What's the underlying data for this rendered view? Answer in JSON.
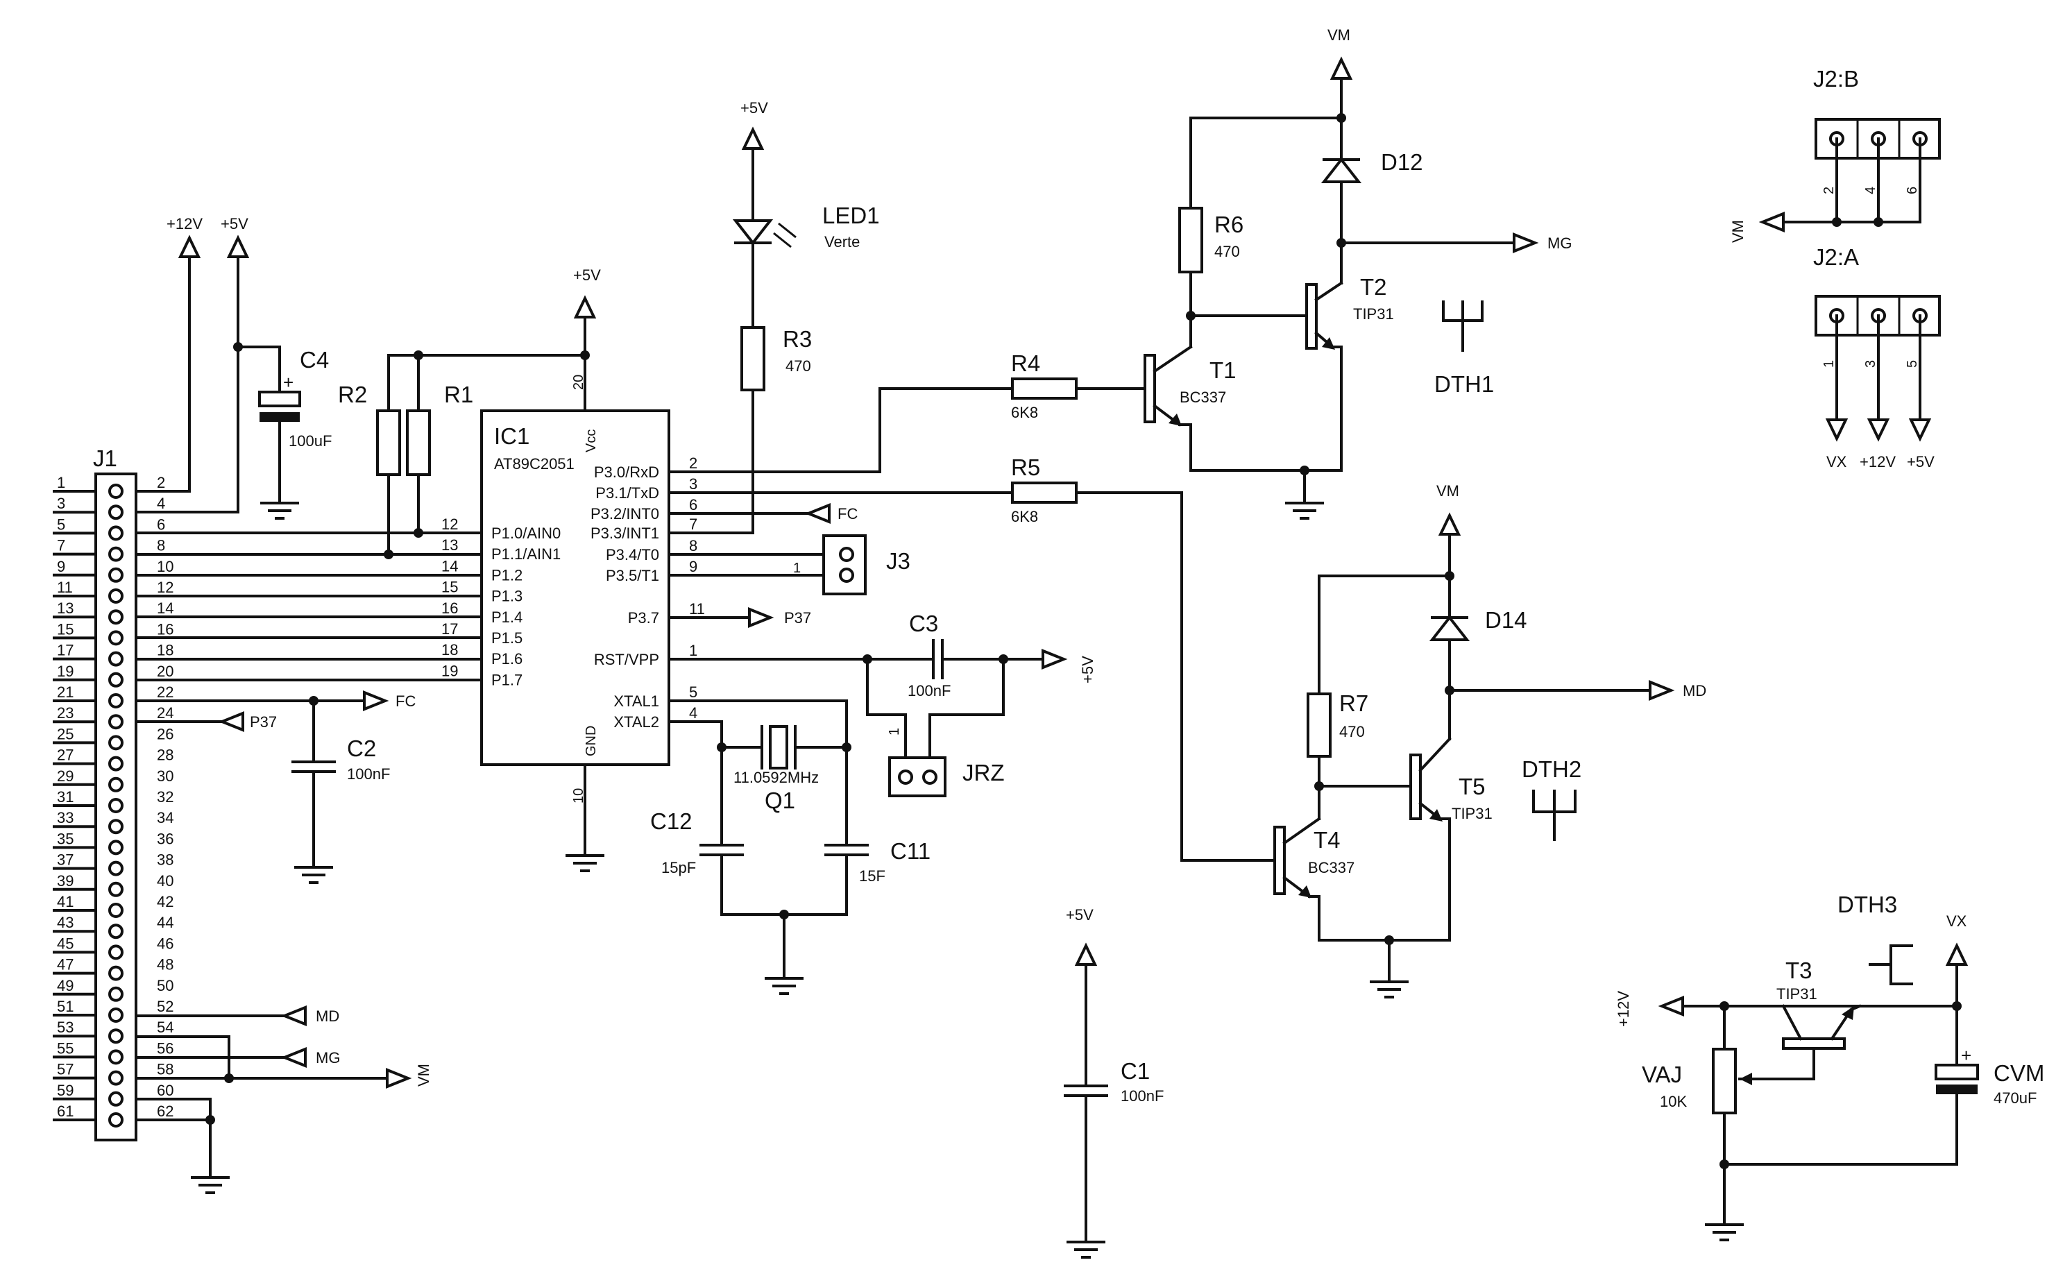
{
  "connector_j1": {
    "ref": "J1",
    "left_pins": [
      "1",
      "3",
      "5",
      "7",
      "9",
      "11",
      "13",
      "15",
      "17",
      "19",
      "21",
      "23",
      "25",
      "27",
      "29",
      "31",
      "33",
      "35",
      "37",
      "39",
      "41",
      "43",
      "45",
      "47",
      "49",
      "51",
      "53",
      "55",
      "57",
      "59",
      "61"
    ],
    "right_pins": [
      "2",
      "4",
      "6",
      "8",
      "10",
      "12",
      "14",
      "16",
      "18",
      "20",
      "22",
      "24",
      "26",
      "28",
      "30",
      "32",
      "34",
      "36",
      "38",
      "40",
      "42",
      "44",
      "46",
      "48",
      "50",
      "52",
      "54",
      "56",
      "58",
      "60",
      "62"
    ]
  },
  "mcu": {
    "ref": "IC1",
    "part": "AT89C2051",
    "vcc_label": "Vcc",
    "gnd_label": "GND",
    "vcc_pin": "20",
    "gnd_pin": "10",
    "left_pins": [
      {
        "num": "12",
        "name": "P1.0/AIN0"
      },
      {
        "num": "13",
        "name": "P1.1/AIN1"
      },
      {
        "num": "14",
        "name": "P1.2"
      },
      {
        "num": "15",
        "name": "P1.3"
      },
      {
        "num": "16",
        "name": "P1.4"
      },
      {
        "num": "17",
        "name": "P1.5"
      },
      {
        "num": "18",
        "name": "P1.6"
      },
      {
        "num": "19",
        "name": "P1.7"
      }
    ],
    "right_pins": [
      {
        "num": "2",
        "name": "P3.0/RxD"
      },
      {
        "num": "3",
        "name": "P3.1/TxD"
      },
      {
        "num": "6",
        "name": "P3.2/INT0"
      },
      {
        "num": "7",
        "name": "P3.3/INT1"
      },
      {
        "num": "8",
        "name": "P3.4/T0"
      },
      {
        "num": "9",
        "name": "P3.5/T1"
      },
      {
        "num": "11",
        "name": "P3.7"
      },
      {
        "num": "1",
        "name": "RST/VPP"
      },
      {
        "num": "5",
        "name": "XTAL1"
      },
      {
        "num": "4",
        "name": "XTAL2"
      }
    ]
  },
  "rails": {
    "p12v": "+12V",
    "p5v": "+5V",
    "vm": "VM",
    "vx": "VX"
  },
  "net_labels": {
    "fc": "FC",
    "p37": "P37",
    "md": "MD",
    "mg": "MG"
  },
  "components": {
    "c4": {
      "ref": "C4",
      "value": "100uF"
    },
    "r1": {
      "ref": "R1"
    },
    "r2": {
      "ref": "R2"
    },
    "led1": {
      "ref": "LED1",
      "value": "Verte"
    },
    "r3": {
      "ref": "R3",
      "value": "470"
    },
    "r4": {
      "ref": "R4",
      "value": "6K8"
    },
    "r5": {
      "ref": "R5",
      "value": "6K8"
    },
    "r6": {
      "ref": "R6",
      "value": "470"
    },
    "r7": {
      "ref": "R7",
      "value": "470"
    },
    "d12": {
      "ref": "D12"
    },
    "d14": {
      "ref": "D14"
    },
    "t1": {
      "ref": "T1",
      "value": "BC337"
    },
    "t2": {
      "ref": "T2",
      "value": "TIP31"
    },
    "t3": {
      "ref": "T3",
      "value": "TIP31"
    },
    "t4": {
      "ref": "T4",
      "value": "BC337"
    },
    "t5": {
      "ref": "T5",
      "value": "TIP31"
    },
    "dth1": {
      "ref": "DTH1"
    },
    "dth2": {
      "ref": "DTH2"
    },
    "dth3": {
      "ref": "DTH3"
    },
    "j3": {
      "ref": "J3",
      "pin1": "1"
    },
    "c3": {
      "ref": "C3",
      "value": "100nF"
    },
    "jrz": {
      "ref": "JRZ",
      "pin1": "1"
    },
    "q1": {
      "ref": "Q1",
      "value": "11.0592MHz"
    },
    "c12": {
      "ref": "C12",
      "value": "15pF"
    },
    "c11": {
      "ref": "C11",
      "value": "15F"
    },
    "c2": {
      "ref": "C2",
      "value": "100nF"
    },
    "c1": {
      "ref": "C1",
      "value": "100nF"
    },
    "vaj": {
      "ref": "VAJ",
      "value": "10K"
    },
    "cvm": {
      "ref": "CVM",
      "value": "470uF"
    }
  },
  "header_j2b": {
    "ref": "J2:B",
    "pins": [
      "2",
      "4",
      "6"
    ]
  },
  "header_j2a": {
    "ref": "J2:A",
    "pins": [
      "1",
      "3",
      "5"
    ]
  }
}
